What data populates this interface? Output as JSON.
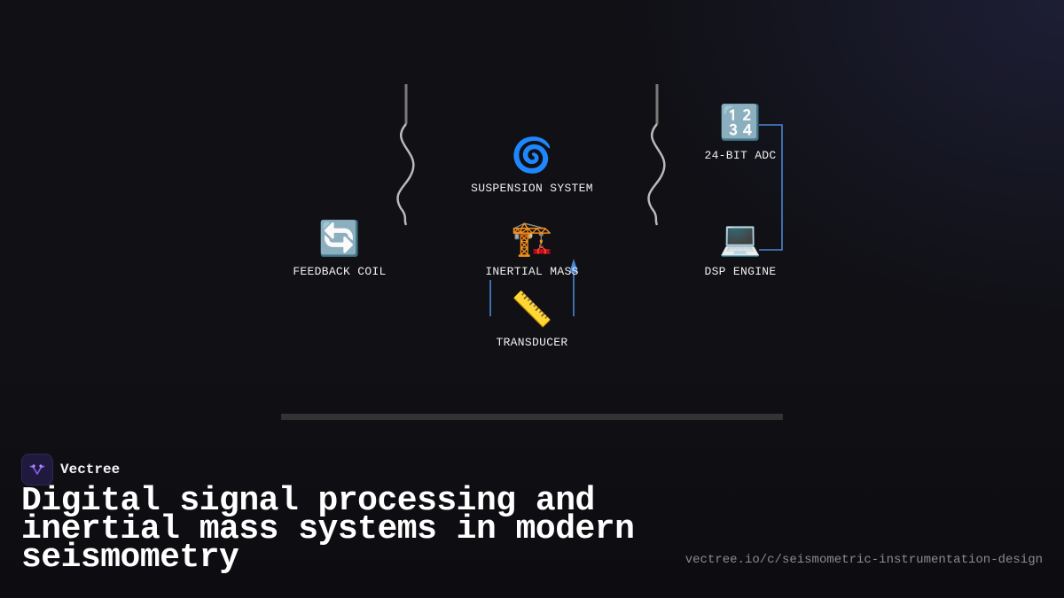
{
  "diagram": {
    "nodes": {
      "suspension": {
        "label": "SUSPENSION SYSTEM",
        "icon": "cyclone-icon",
        "emoji": "🌀"
      },
      "adc": {
        "label": "24-BIT ADC",
        "icon": "numbers-icon",
        "emoji": "🔢"
      },
      "feedback": {
        "label": "FEEDBACK COIL",
        "icon": "arrows-cycle-icon",
        "emoji": "🔄"
      },
      "mass": {
        "label": "INERTIAL MASS",
        "icon": "crane-icon",
        "emoji": "🏗️"
      },
      "dsp": {
        "label": "DSP ENGINE",
        "icon": "laptop-icon",
        "emoji": "💻"
      },
      "transducer": {
        "label": "TRANSDUCER",
        "icon": "ruler-icon",
        "emoji": "📏"
      }
    },
    "colors": {
      "spring": "#b9b9b9",
      "connector": "#4a86d6",
      "base": "#333333"
    }
  },
  "brand": {
    "name": "Vectree",
    "logo_color": "#8a5cf0"
  },
  "title": "Digital signal processing and inertial mass systems in modern seismometry",
  "url": "vectree.io/c/seismometric-instrumentation-design"
}
